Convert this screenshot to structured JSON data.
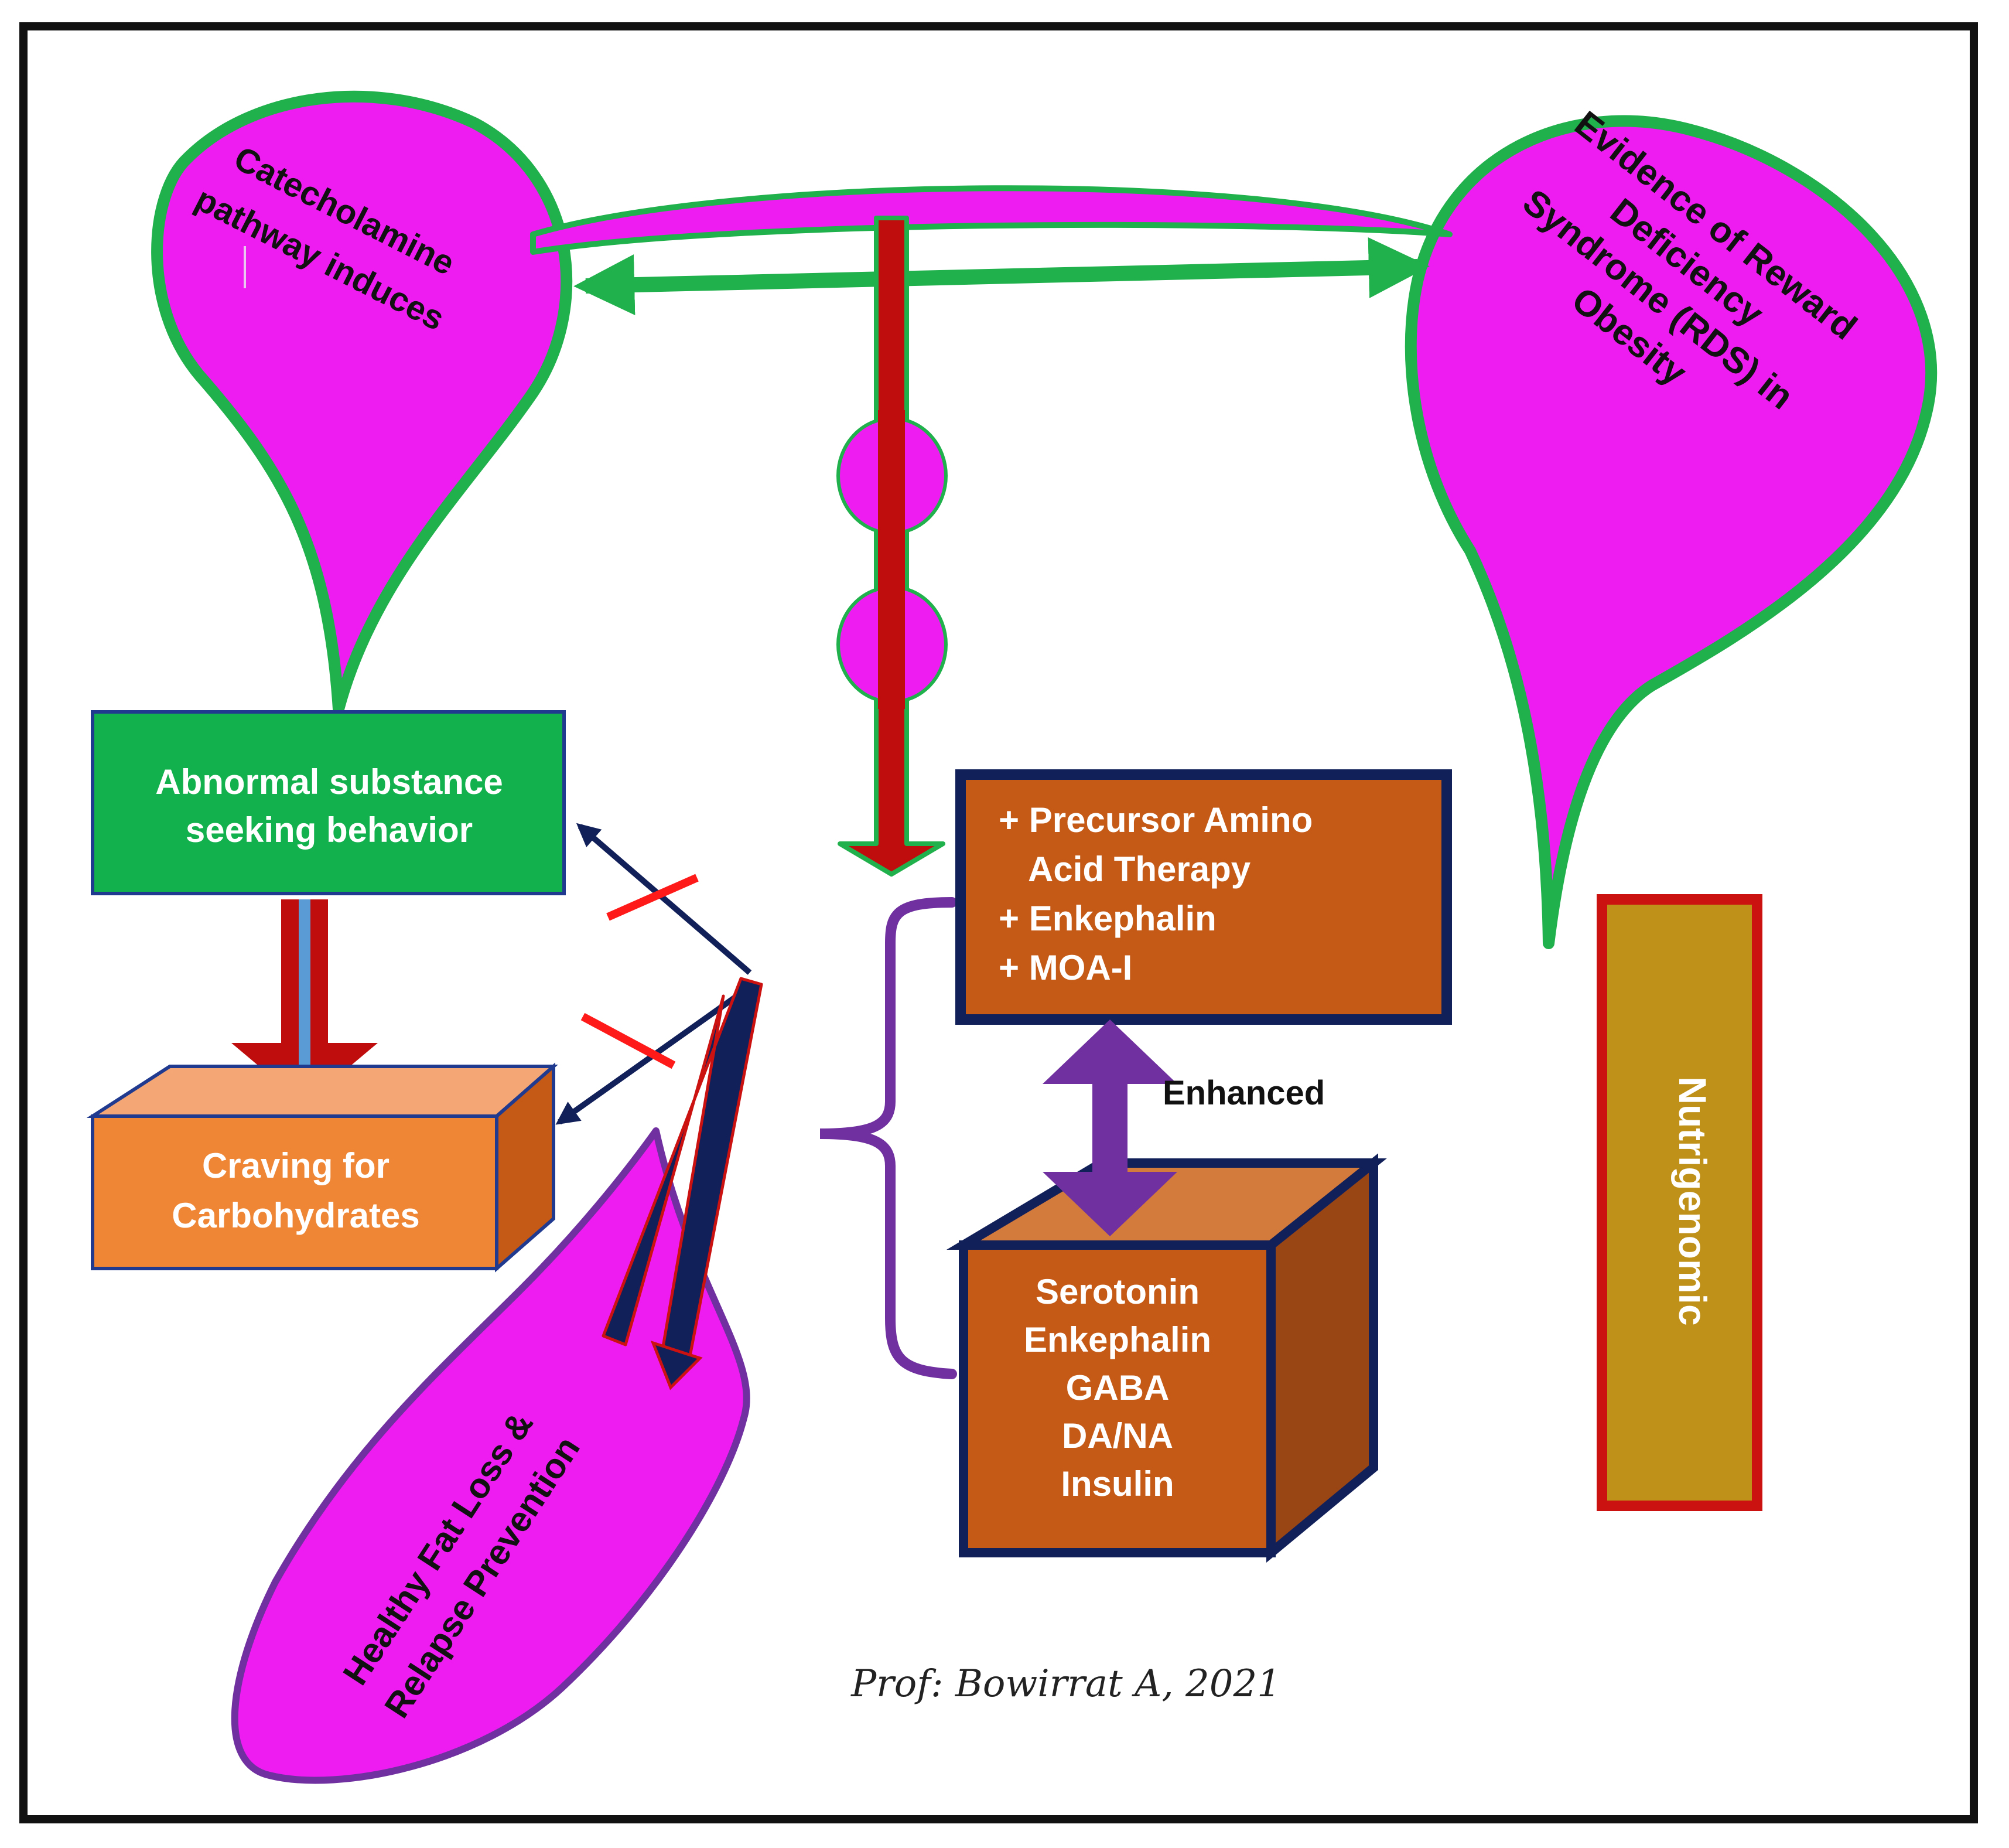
{
  "nodes": {
    "catecholamine": {
      "lines": [
        "Catecholamine",
        "pathway induces"
      ]
    },
    "rds": {
      "lines": [
        "Evidence of Reward",
        "Deficiency",
        "Syndrome (RDS) in",
        "Obesity"
      ]
    },
    "abnormal": {
      "lines": [
        "Abnormal substance",
        "seeking behavior"
      ]
    },
    "craving": {
      "lines": [
        "Craving for",
        "Carbohydrates"
      ]
    },
    "therapy": {
      "lines": [
        "+ Precursor Amino",
        "Acid Therapy",
        "+ Enkephalin",
        "+ MOA-I"
      ]
    },
    "neuro": {
      "lines": [
        "Serotonin",
        "Enkephalin",
        "GABA",
        "DA/NA",
        "Insulin"
      ]
    },
    "nutrigenomic": {
      "label": "Nutrigenomic"
    },
    "healthy": {
      "lines": [
        "Healthy Fat Loss &",
        "Relapse Prevention"
      ]
    }
  },
  "edges": {
    "enhanced": "Enhanced"
  },
  "footer": {
    "signature": "Prof: Bowirrat A, 2021"
  },
  "colors": {
    "magenta": "#ee1cf0",
    "green_outline": "#20b04c",
    "green_box": "#12b14e",
    "orange_box": "#ee8636",
    "rust_box": "#c55a17",
    "navy": "#12205a",
    "dark_red": "#bf0d0d",
    "purple": "#7030a0",
    "gold": "#bf9118",
    "red_outline": "#cc1111"
  }
}
